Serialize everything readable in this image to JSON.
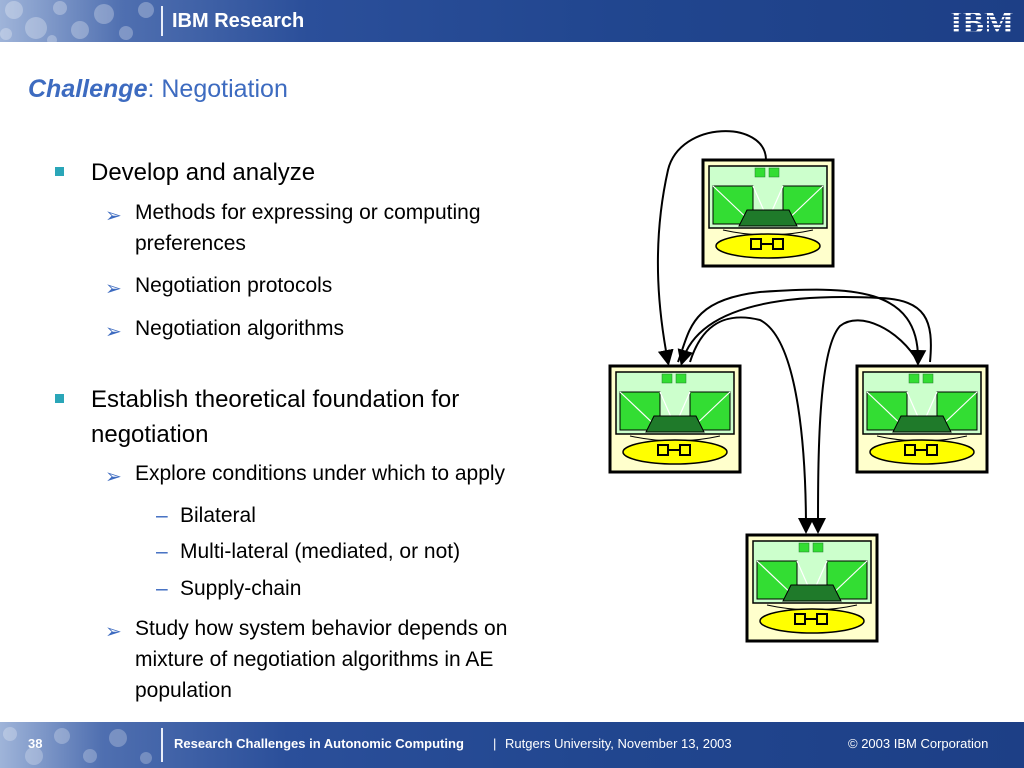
{
  "header": {
    "title": "IBM Research",
    "logo_text": "IBM",
    "band_color": "#21468f"
  },
  "slide": {
    "title_strong": "Challenge",
    "title_rest": ": Negotiation",
    "title_color": "#3d6bc0"
  },
  "bullets": [
    {
      "text": "Develop and analyze",
      "subs": [
        {
          "text_line1": "Methods for expressing or computing",
          "text_line2": "preferences"
        },
        {
          "text_line1": "Negotiation protocols"
        },
        {
          "text_line1": "Negotiation algorithms"
        }
      ]
    },
    {
      "text_line1": "Establish theoretical foundation for",
      "text_line2": "negotiation",
      "subs": [
        {
          "text_line1": "Explore conditions under which to apply",
          "subsubs": [
            "Bilateral",
            "Multi-lateral (mediated, or not)",
            "Supply-chain"
          ]
        },
        {
          "text_line1": "Study how system behavior depends on",
          "text_line2": "mixture of negotiation algorithms in AE",
          "text_line3": "population"
        }
      ]
    }
  ],
  "markers": {
    "square_bullet_color": "#2aa6b8",
    "arrow_bullet": "➢",
    "dash": "–"
  },
  "diagram": {
    "element_count": 4,
    "colors": {
      "screen_green": "#33dd33",
      "dark_green": "#1f7a2a",
      "pale_yellow": "#ffffcc",
      "base_yellow": "#ffff00",
      "outline": "#000000"
    }
  },
  "footer": {
    "page_number": "38",
    "talk_title": "Research Challenges in Autonomic Computing",
    "separator": "|",
    "venue": "Rutgers University, November 13, 2003",
    "copyright": "© 2003 IBM Corporation"
  }
}
